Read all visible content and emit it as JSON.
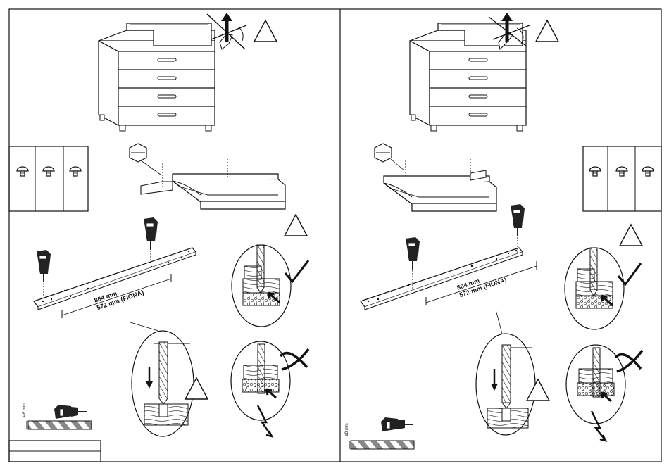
{
  "panels": [
    {
      "id": "left",
      "length_label": "864 mm",
      "fiona_label": "572 mm  (FIONA)",
      "bit_label": "ø8 mm"
    },
    {
      "id": "right",
      "length_label": "864 mm",
      "fiona_label": "572 mm  (FIONA)",
      "bit_label": "ø8 mm"
    }
  ],
  "colors": {
    "line": "#111111",
    "hatch": "#555555",
    "background": "#ffffff"
  },
  "icons": [
    "warning-triangle-icon",
    "prohibited-lift-hand-icon",
    "check-mark-icon",
    "cross-mark-icon",
    "drill-icon",
    "lightning-icon",
    "screw-cap-icon",
    "hexagon-bolt-icon"
  ]
}
